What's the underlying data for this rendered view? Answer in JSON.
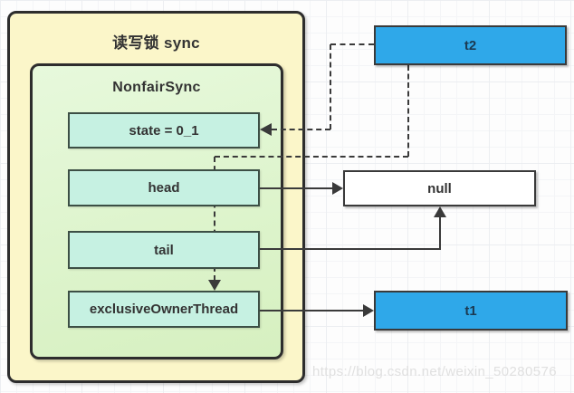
{
  "diagram": {
    "outer_box": {
      "title": "读写锁 sync"
    },
    "inner_box": {
      "title": "NonfairSync"
    },
    "fields": [
      {
        "name": "state",
        "label": "state = 0_1"
      },
      {
        "name": "head",
        "label": "head"
      },
      {
        "name": "tail",
        "label": "tail"
      },
      {
        "name": "exclusiveOwnerThread",
        "label": "exclusiveOwnerThread"
      }
    ],
    "nodes": [
      {
        "name": "t2",
        "label": "t2",
        "type": "thread"
      },
      {
        "name": "null",
        "label": "null",
        "type": "value"
      },
      {
        "name": "t1",
        "label": "t1",
        "type": "thread"
      }
    ],
    "edges": [
      {
        "from": "t2",
        "to": "state",
        "style": "dashed"
      },
      {
        "from": "t2",
        "to": "exclusiveOwnerThread",
        "style": "dashed"
      },
      {
        "from": "head",
        "to": "null",
        "style": "solid"
      },
      {
        "from": "tail",
        "to": "null",
        "style": "solid"
      },
      {
        "from": "exclusiveOwnerThread",
        "to": "t1",
        "style": "solid"
      }
    ]
  },
  "watermark": "https://blog.csdn.net/weixin_50280576",
  "colors": {
    "outer_fill": "#FBF6C9",
    "inner_fill_top": "#E7F9DC",
    "inner_fill_bottom": "#D6F0C0",
    "field_fill": "#C6F1E2",
    "thread_fill": "#2FA8E9",
    "null_fill": "#FFFFFF",
    "line": "#3A3A3A",
    "border_dark": "#2D2D2D",
    "field_border": "#3C4F45",
    "text": "#333333",
    "thread_text": "#1C3A52",
    "watermark_text": "#E0E0E0"
  }
}
